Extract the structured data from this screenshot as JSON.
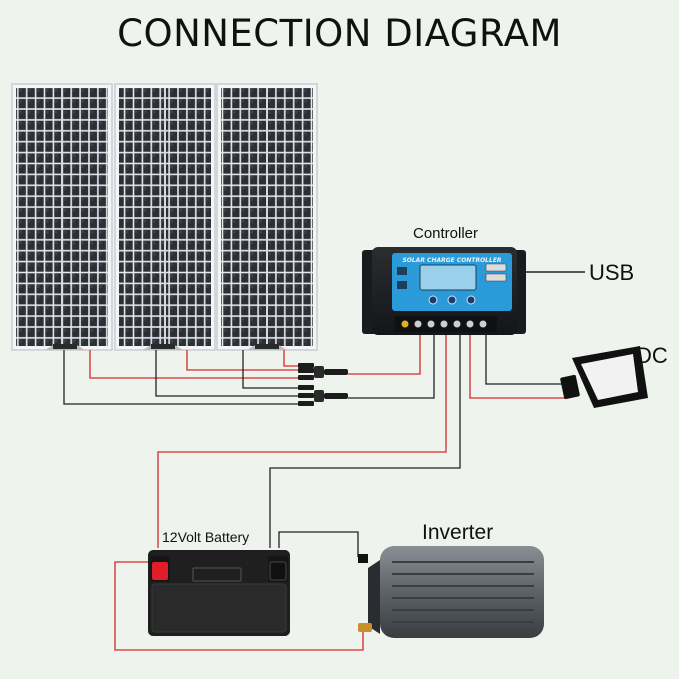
{
  "title": "CONNECTION DIAGRAM",
  "labels": {
    "controller": "Controller",
    "usb": "USB",
    "dc": "DC",
    "battery": "12Volt Battery",
    "inverter": "Inverter"
  },
  "controller_face": {
    "banner": "SOLAR CHARGE CONTROLLER"
  },
  "colors": {
    "positive_wire": "#d42a2a",
    "negative_wire": "#222222",
    "controller_accent": "#2a9ad8",
    "panel_cell": "#2c2f36"
  },
  "icons": [
    "solar-panel-icon",
    "charge-controller-icon",
    "usb-port-icon",
    "dc-lamp-icon",
    "battery-icon",
    "inverter-icon",
    "mc4-connector-icon"
  ]
}
